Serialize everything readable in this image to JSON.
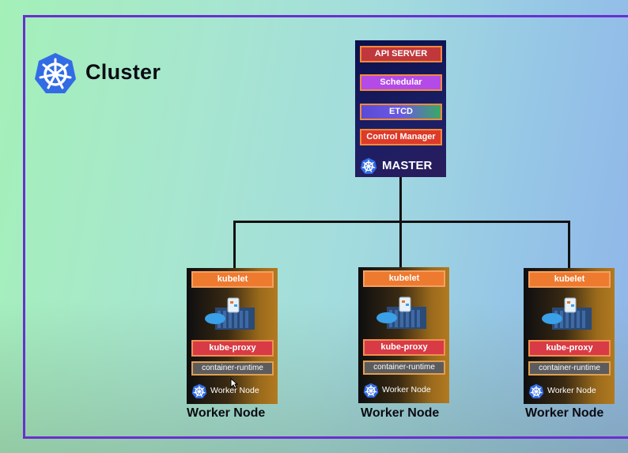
{
  "cluster": {
    "label": "Cluster",
    "border_color": "#6a2fd0",
    "logo_icon": "kubernetes-helm-icon"
  },
  "master": {
    "label": "MASTER",
    "components": {
      "api_server": "API SERVER",
      "scheduler": "Schedular",
      "etcd": "ETCD",
      "controller_manager": "Control Manager"
    },
    "colors": {
      "api_server": "#c0383b",
      "scheduler": "#b44ae8",
      "etcd": "#5a4ad8",
      "controller_manager": "#dd3a2a"
    }
  },
  "workers": [
    {
      "kubelet": "kubelet",
      "kube_proxy": "kube-proxy",
      "runtime": "container-runtime",
      "footer": "Worker Node",
      "caption": "Worker Node",
      "image_icon": "docker-container-icon"
    },
    {
      "kubelet": "kubelet",
      "kube_proxy": "kube-proxy",
      "runtime": "container-runtime",
      "footer": "Worker Node",
      "caption": "Worker Node",
      "image_icon": "docker-container-icon"
    },
    {
      "kubelet": "kubelet",
      "kube_proxy": "kube-proxy",
      "runtime": "container-runtime",
      "footer": "Worker Node",
      "caption": "Worker Node",
      "image_icon": "docker-container-icon"
    }
  ]
}
